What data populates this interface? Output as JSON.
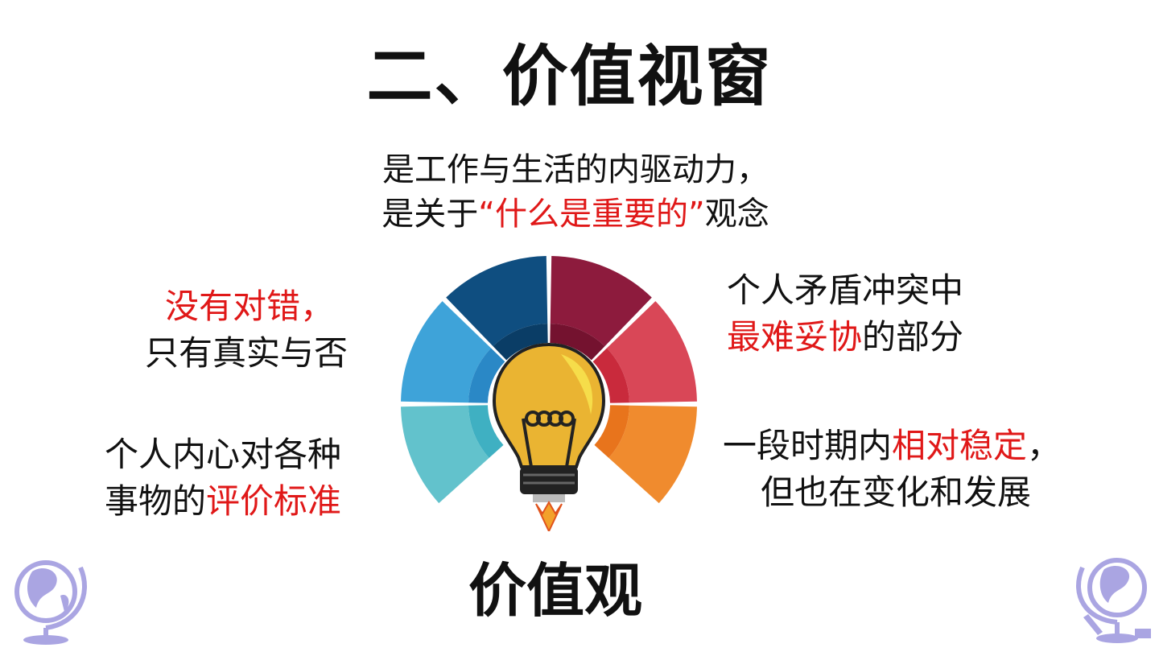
{
  "title": "二、价值视窗",
  "subtitle": {
    "line1": "是工作与生活的内驱动力，",
    "line2_prefix": "是关于",
    "line2_highlight": "“什么是重要的”",
    "line2_suffix": "观念"
  },
  "left_top": {
    "highlight": "没有对错，",
    "line2": "只有真实与否"
  },
  "left_bottom": {
    "line1": "个人内心对各种",
    "line2_prefix": "事物的",
    "line2_highlight": "评价标准"
  },
  "right_top": {
    "line1": "个人矛盾冲突中",
    "line2_highlight": "最难妥协",
    "line2_suffix": "的部分"
  },
  "right_bottom": {
    "line1_prefix": "一段时期内",
    "line1_highlight": "相对稳定",
    "line1_suffix": "，",
    "line2": "但也在变化和发展"
  },
  "center_label": "价值观",
  "colors": {
    "highlight": "#e01818",
    "globe": "#aaa5e2"
  }
}
